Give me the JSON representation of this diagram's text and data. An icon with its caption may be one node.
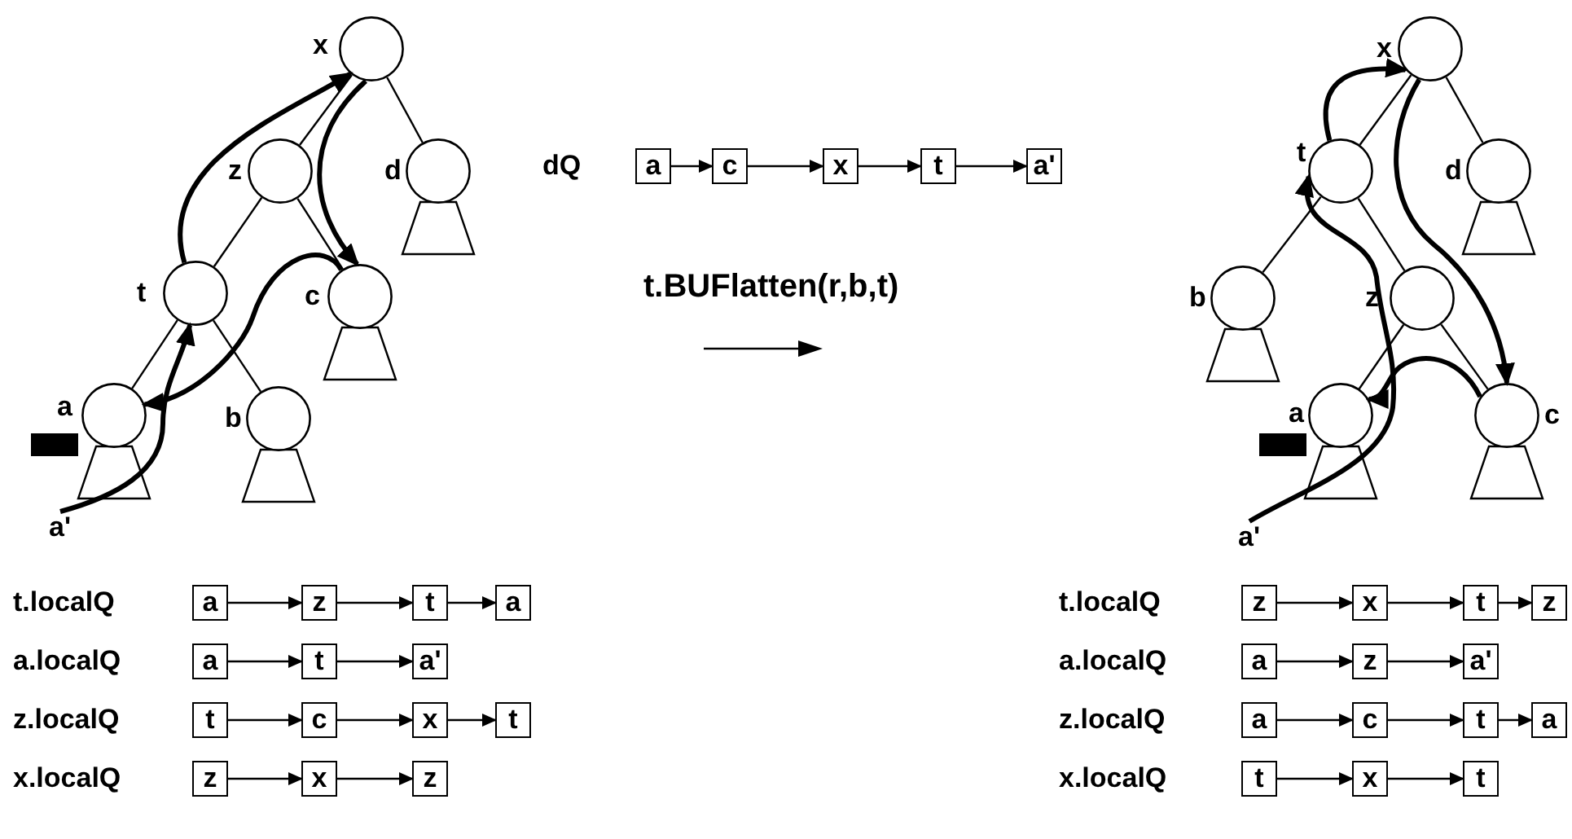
{
  "diagram": {
    "nodes": [
      {
        "text": [],
        "shape": "circle",
        "beside": [
          "x"
        ]
      },
      {
        "text": [],
        "shape": "circle",
        "beside": [
          "z"
        ]
      },
      {
        "text": [],
        "shape": "circle",
        "beside": [
          "d"
        ]
      },
      {
        "text": [],
        "shape": "circle",
        "beside": [
          "t"
        ]
      },
      {
        "text": [],
        "shape": "circle",
        "beside": [
          "c"
        ]
      },
      {
        "text": [],
        "shape": "circle",
        "beside": [
          "a"
        ]
      },
      {
        "text": [],
        "shape": "circle",
        "beside": [
          "b"
        ]
      },
      {
        "text": [
          "a'"
        ]
      },
      {
        "text": [
          "a"
        ]
      },
      {
        "text": [
          "c"
        ]
      },
      {
        "text": [
          "x"
        ]
      },
      {
        "text": [
          "t"
        ]
      },
      {
        "text": [
          "a'"
        ]
      },
      {
        "text": [],
        "shape": "circle",
        "beside": [
          "x"
        ]
      },
      {
        "text": [],
        "shape": "circle",
        "beside": [
          "t"
        ]
      },
      {
        "text": [],
        "shape": "circle",
        "beside": [
          "d"
        ]
      },
      {
        "text": [],
        "shape": "circle",
        "beside": [
          "b"
        ]
      },
      {
        "text": [],
        "shape": "circle",
        "beside": [
          "z"
        ]
      },
      {
        "text": [],
        "shape": "circle",
        "beside": [
          "a"
        ]
      },
      {
        "text": [],
        "shape": "circle",
        "beside": [
          "c"
        ]
      },
      {
        "text": [
          "a'"
        ]
      },
      {
        "text": [
          "a"
        ]
      },
      {
        "text": [
          "z"
        ]
      },
      {
        "text": [
          "t"
        ]
      },
      {
        "text": [
          "a"
        ]
      },
      {
        "text": [
          "a"
        ]
      },
      {
        "text": [
          "t"
        ]
      },
      {
        "text": [
          "a'"
        ]
      },
      {
        "text": [
          "t"
        ]
      },
      {
        "text": [
          "c"
        ]
      },
      {
        "text": [
          "x"
        ]
      },
      {
        "text": [
          "t"
        ]
      },
      {
        "text": [
          "z"
        ]
      },
      {
        "text": [
          "x"
        ]
      },
      {
        "text": [
          "z"
        ]
      },
      {
        "text": [
          "z"
        ]
      },
      {
        "text": [
          "x"
        ]
      },
      {
        "text": [
          "t"
        ]
      },
      {
        "text": [
          "z"
        ]
      },
      {
        "text": [
          "a"
        ]
      },
      {
        "text": [
          "z"
        ]
      },
      {
        "text": [
          "a'"
        ]
      },
      {
        "text": [
          "a"
        ]
      },
      {
        "text": [
          "c"
        ]
      },
      {
        "text": [
          "t"
        ]
      },
      {
        "text": [
          "a"
        ]
      },
      {
        "text": [
          "t"
        ]
      },
      {
        "text": [
          "x"
        ]
      },
      {
        "text": [
          "t"
        ]
      }
    ],
    "edges": [
      {
        "from": 0,
        "to": 1,
        "arrow": "none"
      },
      {
        "from": 0,
        "to": 2,
        "arrow": "none"
      },
      {
        "from": 1,
        "to": 3,
        "arrow": "none"
      },
      {
        "from": 1,
        "to": 4,
        "arrow": "none"
      },
      {
        "from": 3,
        "to": 5,
        "arrow": "none"
      },
      {
        "from": 3,
        "to": 6,
        "arrow": "none"
      },
      {
        "from": 7,
        "to": 3,
        "arrow": "to",
        "style": "thick"
      },
      {
        "from": 3,
        "to": 0,
        "arrow": "to",
        "style": "thick"
      },
      {
        "from": 0,
        "to": 4,
        "arrow": "to",
        "style": "thick"
      },
      {
        "from": 4,
        "to": 5,
        "arrow": "to",
        "style": "thick"
      },
      {
        "from": 8,
        "to": 9,
        "arrow": "to"
      },
      {
        "from": 9,
        "to": 10,
        "arrow": "to"
      },
      {
        "from": 10,
        "to": 11,
        "arrow": "to"
      },
      {
        "from": 11,
        "to": 12,
        "arrow": "to"
      },
      {
        "from": 13,
        "to": 14,
        "arrow": "none"
      },
      {
        "from": 13,
        "to": 15,
        "arrow": "none"
      },
      {
        "from": 14,
        "to": 16,
        "arrow": "none"
      },
      {
        "from": 14,
        "to": 17,
        "arrow": "none"
      },
      {
        "from": 17,
        "to": 18,
        "arrow": "none"
      },
      {
        "from": 17,
        "to": 19,
        "arrow": "none"
      },
      {
        "from": 20,
        "to": 14,
        "arrow": "to",
        "style": "thick"
      },
      {
        "from": 14,
        "to": 13,
        "arrow": "to",
        "style": "thick"
      },
      {
        "from": 13,
        "to": 19,
        "arrow": "to",
        "style": "thick"
      },
      {
        "from": 19,
        "to": 18,
        "arrow": "to",
        "style": "thick"
      },
      {
        "from": 21,
        "to": 22,
        "arrow": "to"
      },
      {
        "from": 22,
        "to": 23,
        "arrow": "to"
      },
      {
        "from": 23,
        "to": 24,
        "arrow": "to"
      },
      {
        "from": 25,
        "to": 26,
        "arrow": "to"
      },
      {
        "from": 26,
        "to": 27,
        "arrow": "to"
      },
      {
        "from": 28,
        "to": 29,
        "arrow": "to"
      },
      {
        "from": 29,
        "to": 30,
        "arrow": "to"
      },
      {
        "from": 30,
        "to": 31,
        "arrow": "to"
      },
      {
        "from": 32,
        "to": 33,
        "arrow": "to"
      },
      {
        "from": 33,
        "to": 34,
        "arrow": "to"
      },
      {
        "from": 35,
        "to": 36,
        "arrow": "to"
      },
      {
        "from": 36,
        "to": 37,
        "arrow": "to"
      },
      {
        "from": 37,
        "to": 38,
        "arrow": "to"
      },
      {
        "from": 39,
        "to": 40,
        "arrow": "to"
      },
      {
        "from": 40,
        "to": 41,
        "arrow": "to"
      },
      {
        "from": 42,
        "to": 43,
        "arrow": "to"
      },
      {
        "from": 43,
        "to": 44,
        "arrow": "to"
      },
      {
        "from": 44,
        "to": 45,
        "arrow": "to"
      },
      {
        "from": 46,
        "to": 47,
        "arrow": "to"
      },
      {
        "from": 47,
        "to": 48,
        "arrow": "to"
      }
    ],
    "labels": [
      "dQ",
      "t.BUFlatten(r,b,t)",
      "t.localQ",
      "a.localQ",
      "z.localQ",
      "x.localQ",
      "t.localQ",
      "a.localQ",
      "z.localQ",
      "x.localQ"
    ]
  }
}
